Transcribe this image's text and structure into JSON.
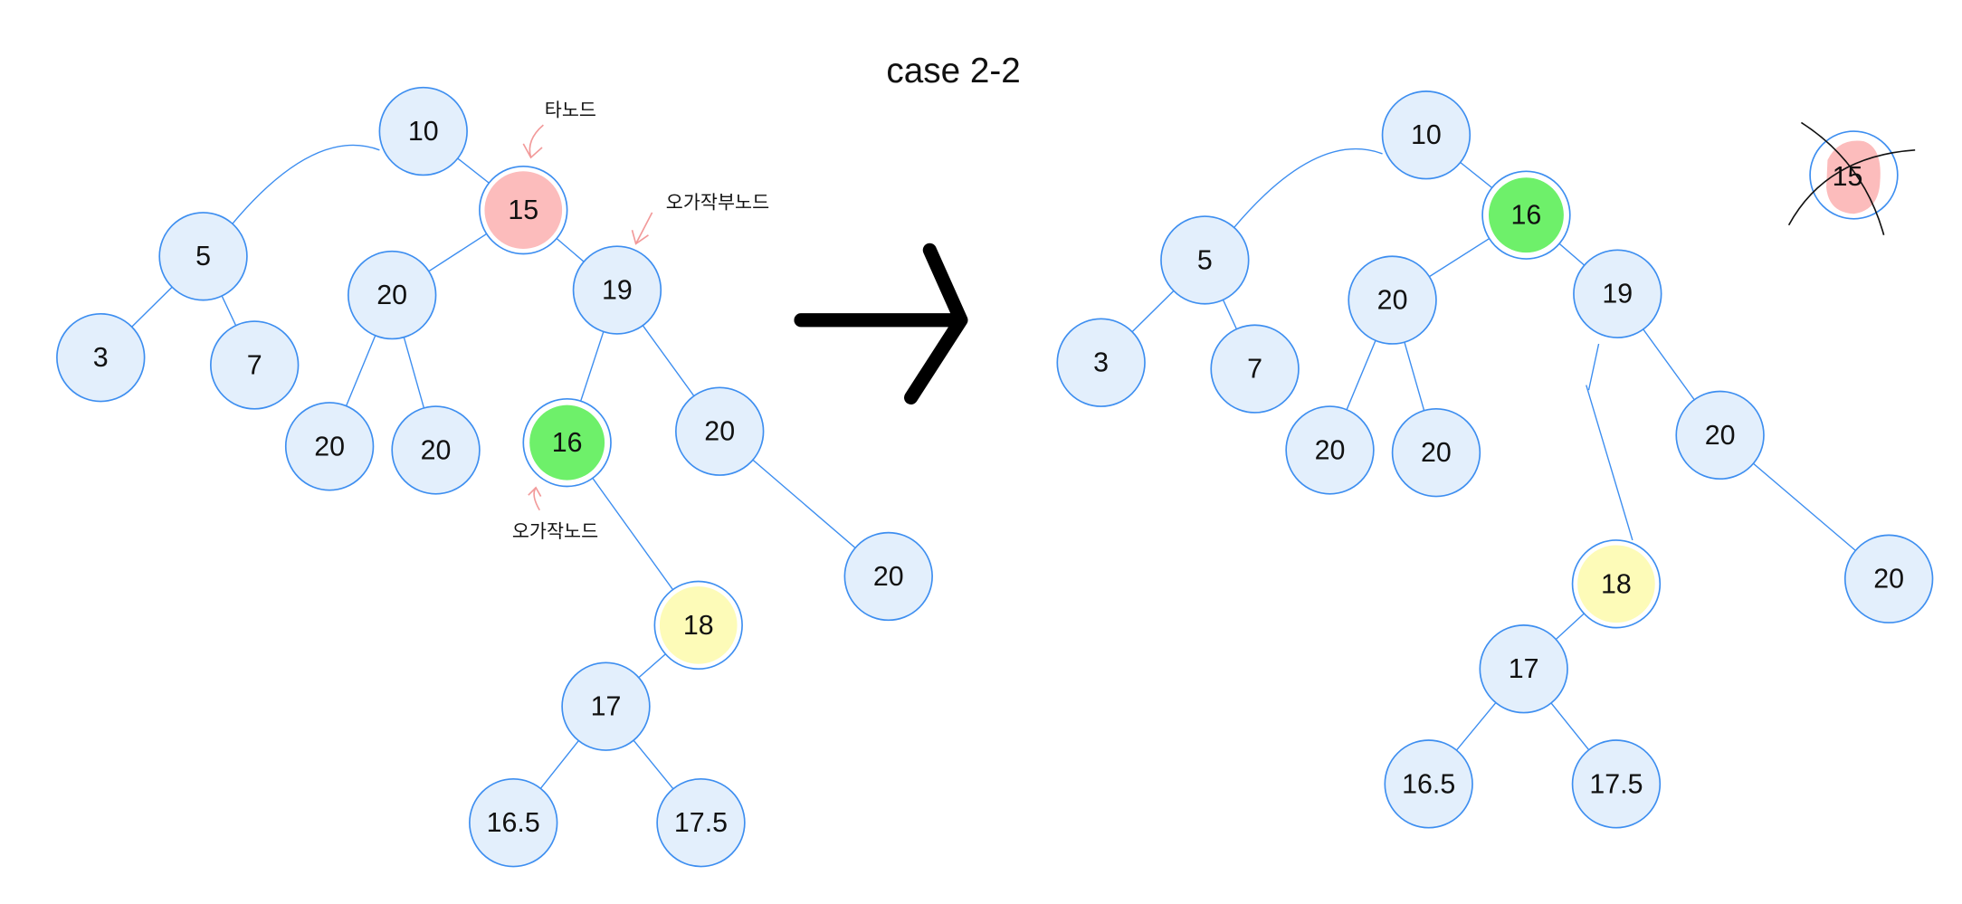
{
  "title": "case 2-2",
  "annotations": {
    "target_node": "타노드",
    "successor_parent": "오가작부노드",
    "successor": "오가작노드"
  },
  "colors": {
    "node_fill": "#e3effc",
    "node_stroke": "#3d8ef0",
    "deleted_highlight": "#fcbcbc",
    "successor_highlight": "#6ef06a",
    "moved_highlight": "#fdfbb8"
  },
  "before_tree": {
    "nodes": [
      "10",
      "15",
      "5",
      "20",
      "19",
      "3",
      "7",
      "20",
      "20",
      "16",
      "20",
      "20",
      "18",
      "17",
      "16.5",
      "17.5"
    ],
    "highlights": {
      "1": "deleted",
      "9": "successor",
      "12": "moved"
    }
  },
  "after_tree": {
    "nodes": [
      "10",
      "16",
      "5",
      "20",
      "19",
      "3",
      "7",
      "20",
      "20",
      "20",
      "20",
      "18",
      "17",
      "16.5",
      "17.5"
    ],
    "highlights": {
      "1": "successor",
      "11": "moved"
    },
    "removed_node": "15"
  }
}
